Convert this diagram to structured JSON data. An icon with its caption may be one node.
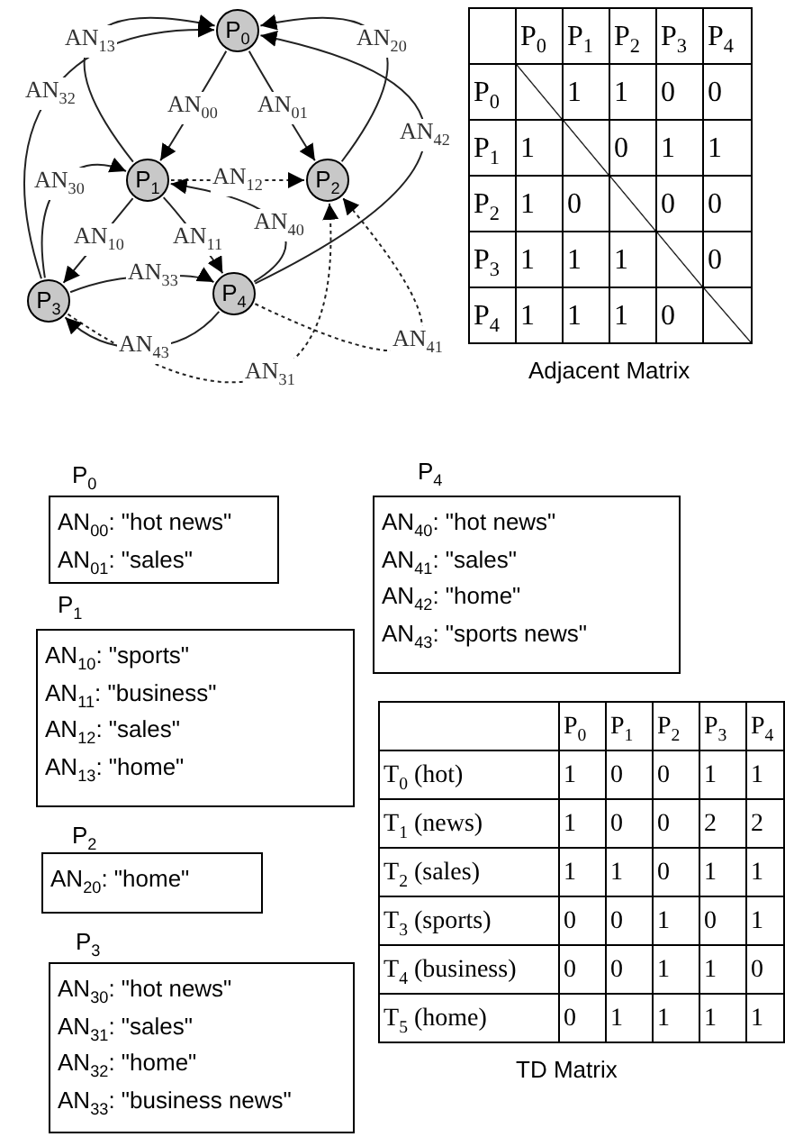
{
  "diagram": {
    "nodes": [
      {
        "text": [
          "P$_{0}$"
        ]
      },
      {
        "text": [
          "P$_{1}$"
        ]
      },
      {
        "text": [
          "P$_{2}$"
        ]
      },
      {
        "text": [
          "P$_{3}$"
        ]
      },
      {
        "text": [
          "P$_{4}$"
        ]
      },
      {
        "text": [
          "P$_{0}$",
          "AN$_{00}$: \"hot news\"",
          "AN$_{01}$: \"sales\""
        ]
      },
      {
        "text": [
          "P$_{1}$",
          "AN$_{10}$: \"sports\"",
          "AN$_{11}$: \"business\"",
          "AN$_{12}$: \"sales\"",
          "AN$_{13}$: \"home\""
        ]
      },
      {
        "text": [
          "P$_{2}$",
          "AN$_{20}$: \"home\""
        ]
      },
      {
        "text": [
          "P$_{3}$",
          "AN$_{30}$: \"hot news\"",
          "AN$_{31}$: \"sales\"",
          "AN$_{32}$: \"home\"",
          "AN$_{33}$: \"business news\""
        ]
      },
      {
        "text": [
          "P$_{4}$",
          "AN$_{40}$: \"hot news\"",
          "AN$_{41}$: \"sales\"",
          "AN$_{42}$: \"home\"",
          "AN$_{43}$: \"sports news\""
        ]
      }
    ],
    "edges": [
      {
        "from": 0,
        "to": 1,
        "arrow": "to",
        "label": "AN$_{00}$"
      },
      {
        "from": 0,
        "to": 2,
        "arrow": "to",
        "label": "AN$_{01}$"
      },
      {
        "from": 1,
        "to": 3,
        "arrow": "to",
        "label": "AN$_{10}$"
      },
      {
        "from": 1,
        "to": 4,
        "arrow": "to",
        "label": "AN$_{11}$"
      },
      {
        "from": 1,
        "to": 2,
        "arrow": "to",
        "label": "AN$_{12}$",
        "style": "dashed"
      },
      {
        "from": 1,
        "to": 0,
        "arrow": "to",
        "label": "AN$_{13}$"
      },
      {
        "from": 2,
        "to": 0,
        "arrow": "to",
        "label": "AN$_{20}$"
      },
      {
        "from": 3,
        "to": 1,
        "arrow": "to",
        "label": "AN$_{30}$"
      },
      {
        "from": 3,
        "to": 2,
        "arrow": "to",
        "label": "AN$_{31}$",
        "style": "dashed"
      },
      {
        "from": 3,
        "to": 0,
        "arrow": "to",
        "label": "AN$_{32}$"
      },
      {
        "from": 3,
        "to": 4,
        "arrow": "to",
        "label": "AN$_{33}$"
      },
      {
        "from": 4,
        "to": 1,
        "arrow": "to",
        "label": "AN$_{40}$"
      },
      {
        "from": 4,
        "to": 2,
        "arrow": "to",
        "label": "AN$_{41}$",
        "style": "dashed"
      },
      {
        "from": 4,
        "to": 0,
        "arrow": "to",
        "label": "AN$_{42}$"
      },
      {
        "from": 4,
        "to": 3,
        "arrow": "to",
        "label": "AN$_{43}$"
      }
    ],
    "labels": [
      "P$_{0}$",
      "P$_{1}$",
      "P$_{2}$",
      "P$_{3}$",
      "P$_{4}$",
      "P$_{0}$",
      "1",
      "1",
      "0",
      "0",
      "P$_{1}$",
      "1",
      "0",
      "1",
      "1",
      "P$_{2}$",
      "1",
      "0",
      "0",
      "0",
      "P$_{3}$",
      "1",
      "1",
      "1",
      "0",
      "P$_{4}$",
      "1",
      "1",
      "1",
      "0",
      "Adjacent Matrix",
      "P$_{0}$",
      "P$_{1}$",
      "P$_{2}$",
      "P$_{3}$",
      "P$_{4}$",
      "T$_{0}$ (hot)",
      "1",
      "0",
      "0",
      "1",
      "1",
      "T$_{1}$ (news)",
      "1",
      "0",
      "0",
      "2",
      "2",
      "T$_{2}$ (sales)",
      "1",
      "1",
      "0",
      "1",
      "1",
      "T$_{3}$ (sports)",
      "0",
      "0",
      "1",
      "0",
      "1",
      "T$_{4}$ (business)",
      "0",
      "0",
      "1",
      "1",
      "0",
      "T$_{5}$ (home)",
      "0",
      "1",
      "1",
      "1",
      "1",
      "TD Matrix"
    ]
  }
}
